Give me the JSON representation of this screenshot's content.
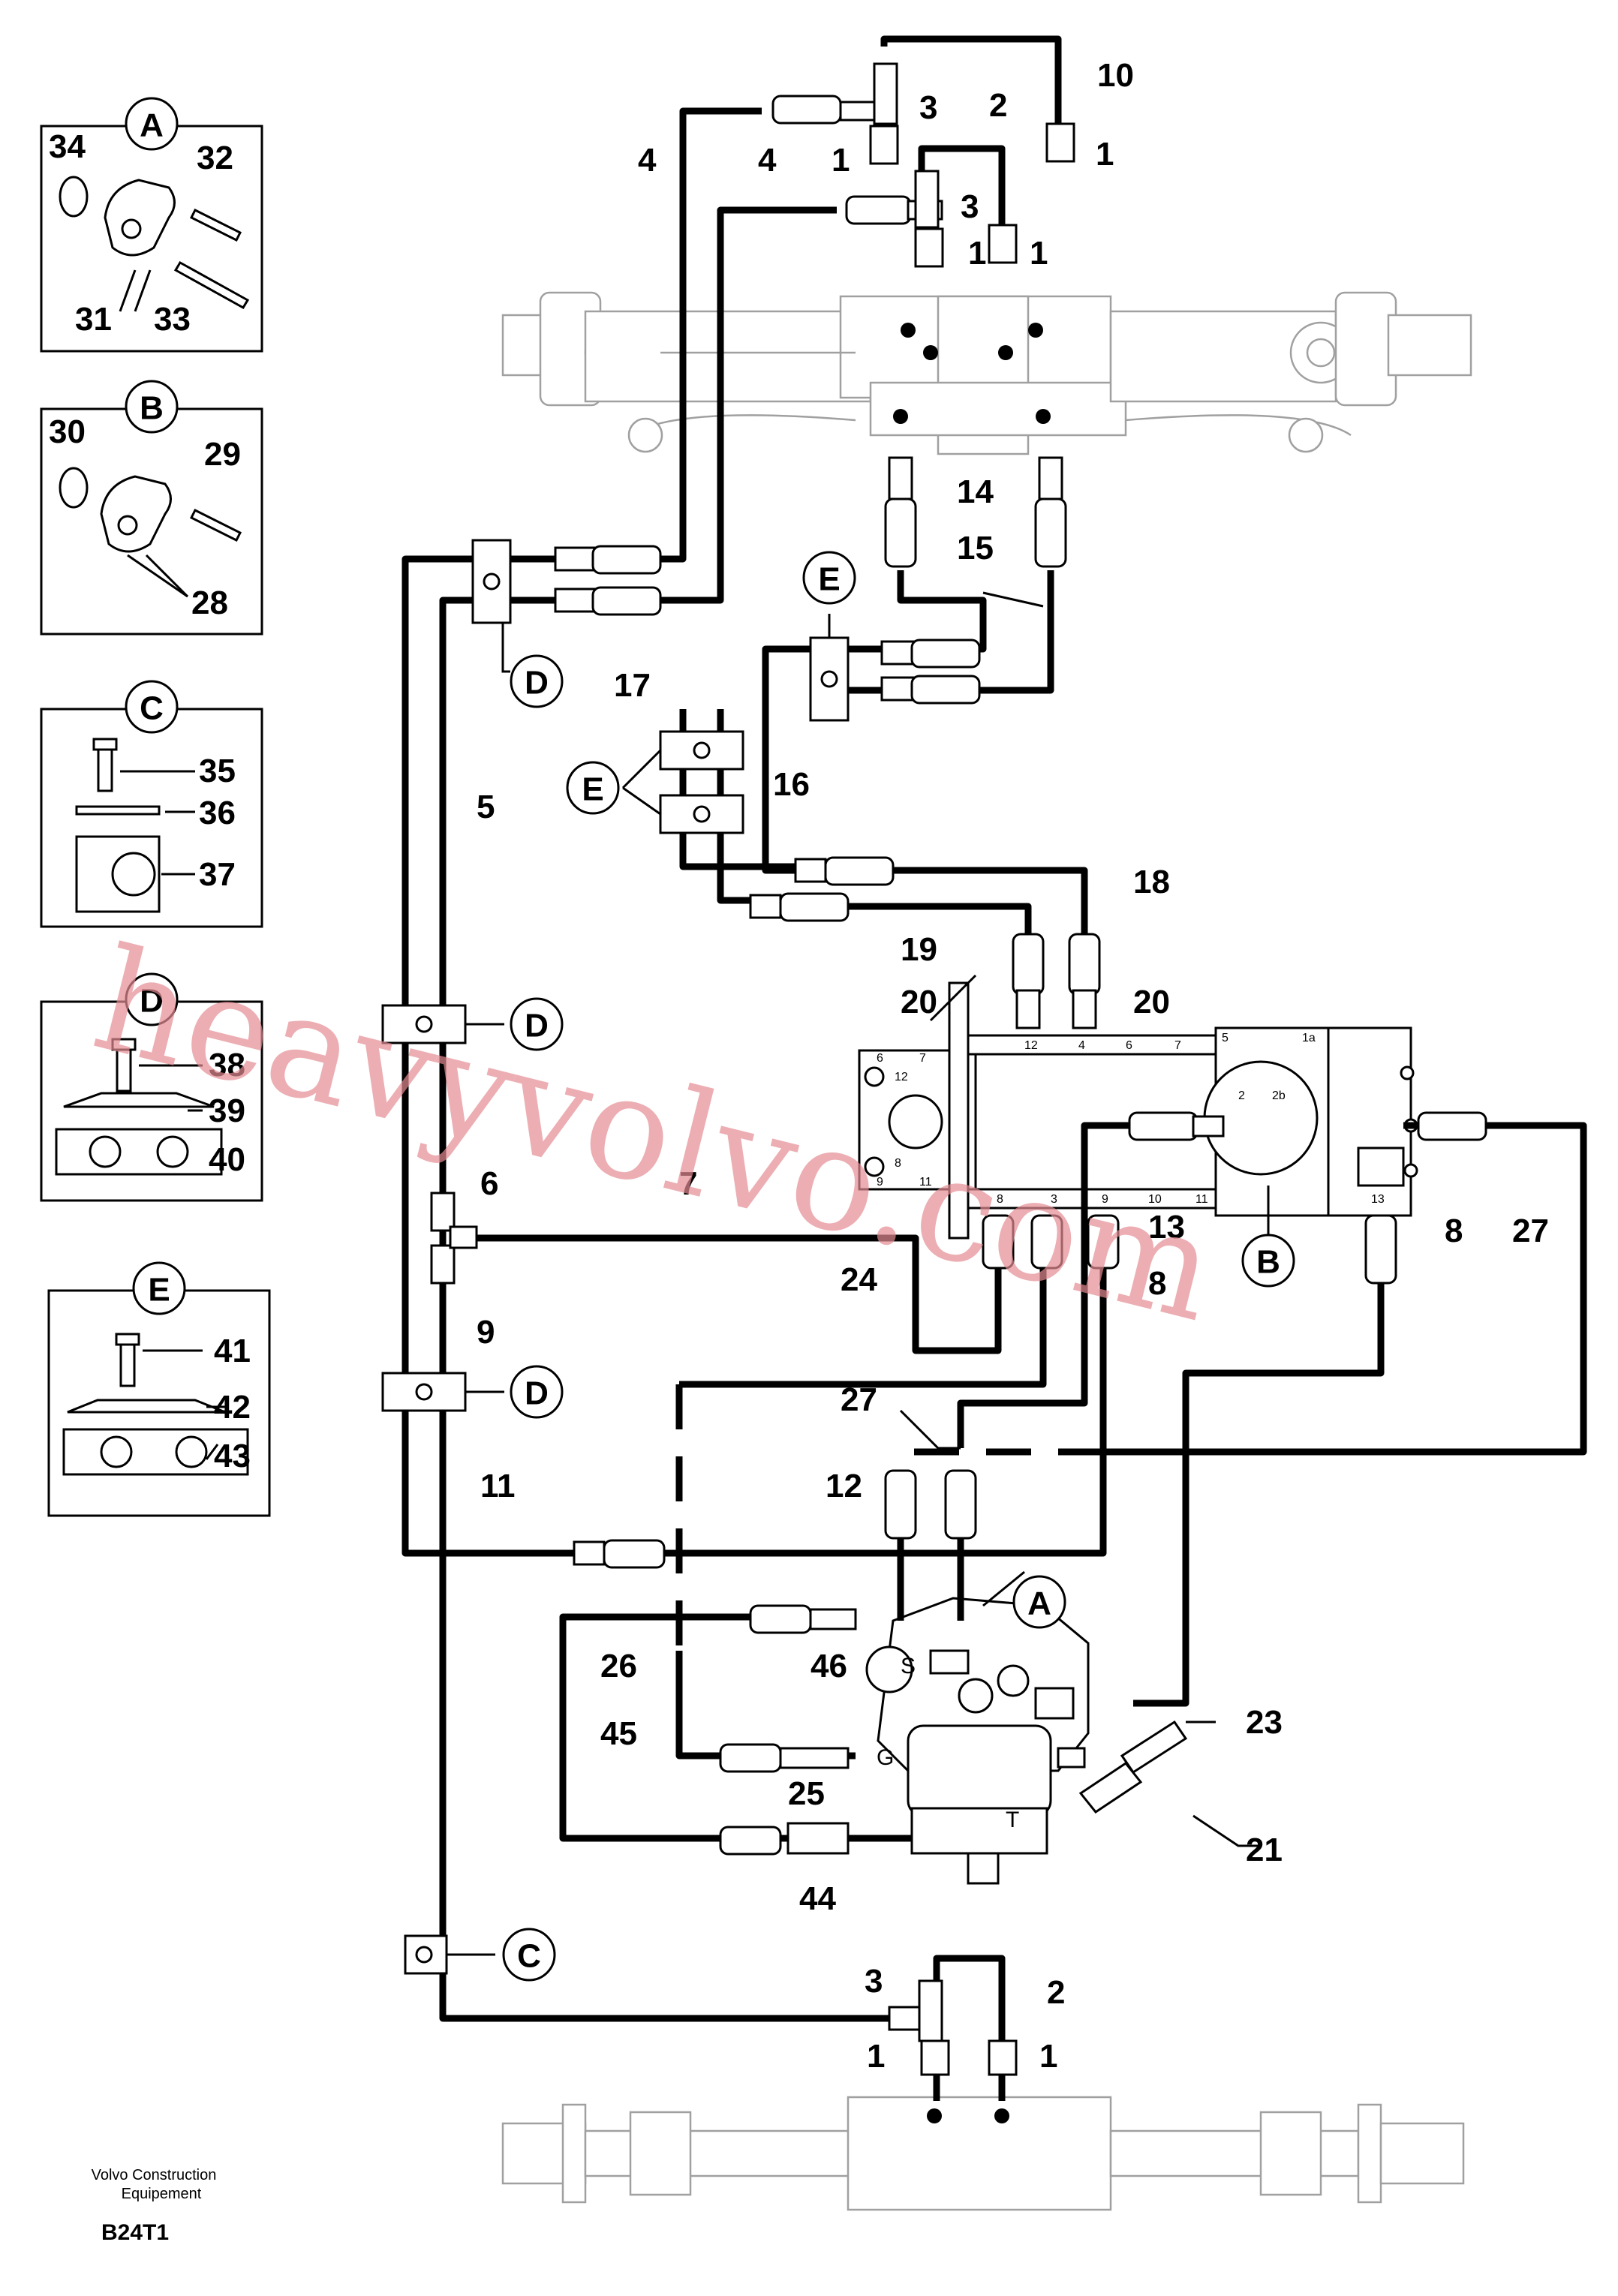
{
  "legend_boxes": {
    "A": {
      "letter": "A",
      "labels": {
        "o_ring": "34",
        "screw_short": "32",
        "flange": "31",
        "screw_long": "33"
      }
    },
    "B": {
      "letter": "B",
      "labels": {
        "o_ring": "30",
        "screw": "29",
        "flange": "28"
      }
    },
    "C": {
      "letter": "C",
      "labels": {
        "screw": "35",
        "washer": "36",
        "clamp": "37"
      }
    },
    "D": {
      "letter": "D",
      "labels": {
        "screw": "38",
        "plate": "39",
        "clamp": "40"
      }
    },
    "E": {
      "letter": "E",
      "labels": {
        "screw": "41",
        "plate": "42",
        "clamp": "43"
      }
    }
  },
  "callouts": {
    "n1a": "1",
    "n1b": "1",
    "n1c": "1",
    "n1d": "1",
    "n1e": "1",
    "n1f": "1",
    "n2a": "2",
    "n2b": "2",
    "n3a": "3",
    "n3b": "3",
    "n3c": "3",
    "n4a": "4",
    "n4b": "4",
    "n5": "5",
    "n6": "6",
    "n7": "7",
    "n8a": "8",
    "n8b": "8",
    "n9": "9",
    "n10": "10",
    "n11": "11",
    "n12": "12",
    "n13": "13",
    "n14": "14",
    "n15": "15",
    "n16": "16",
    "n17": "17",
    "n18": "18",
    "n19": "19",
    "n20a": "20",
    "n20b": "20",
    "n21": "21",
    "n23": "23",
    "n24": "24",
    "n25": "25",
    "n26": "26",
    "n27a": "27",
    "n27b": "27",
    "n44": "44",
    "n45": "45",
    "n46": "46"
  },
  "detail_refs": {
    "e_top": "E",
    "e_mid": "E",
    "d_top": "D",
    "d_mid": "D",
    "d_low": "D",
    "b_ref": "B",
    "a_ref": "A",
    "c_ref": "C"
  },
  "port_letters": {
    "s": "S",
    "g": "G",
    "t": "T"
  },
  "valve_block_labels": {
    "p12": "12",
    "p4": "4",
    "p6": "6",
    "p7": "7",
    "p5": "5",
    "p1a": "1a",
    "p8": "8",
    "p3": "3",
    "p9": "9",
    "p10": "10",
    "p11": "11",
    "p13": "13",
    "p2": "2",
    "p2b": "2b",
    "s6": "6",
    "s7": "7",
    "s12": "12",
    "s2": "2",
    "s8": "8",
    "s9": "9",
    "s11": "11"
  },
  "footer": {
    "company_line1": "Volvo Construction",
    "company_line2": "Equipement",
    "code": "B24T1"
  },
  "watermark": "heavyvolvo.com"
}
